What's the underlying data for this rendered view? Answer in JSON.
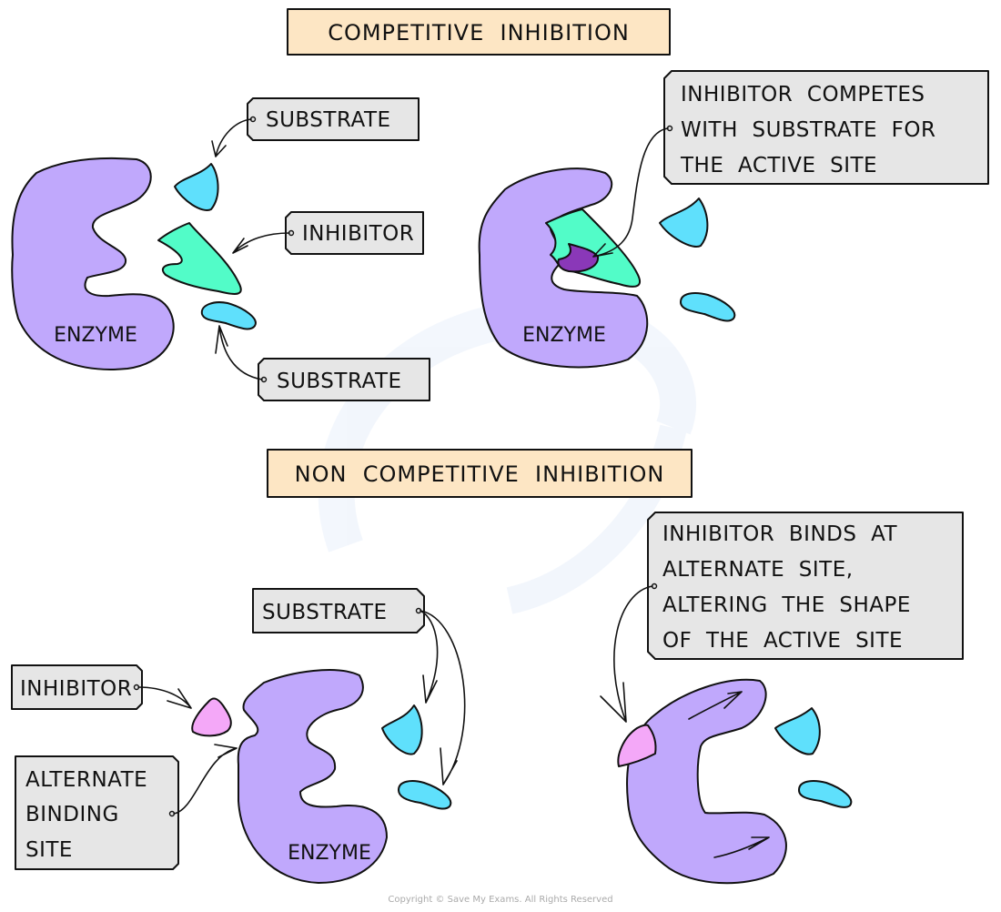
{
  "colors": {
    "enzyme": "#c0a8fc",
    "substrate": "#5fe0fc",
    "competitive_inhibitor": "#52fcc8",
    "inhibitor_overlap": "#8a38b8",
    "noncompetitive_inhibitor": "#f4a8f8",
    "title_box": "#fde6c4",
    "label_box": "#e6e6e6"
  },
  "competitive": {
    "title": "COMPETITIVE  INHIBITION",
    "left": {
      "enzyme_label": "ENZYME",
      "labels": {
        "substrate_top": "SUBSTRATE",
        "inhibitor": "INHIBITOR",
        "substrate_bottom": "SUBSTRATE"
      }
    },
    "right": {
      "enzyme_label": "ENZYME",
      "callout_lines": [
        "INHIBITOR  COMPETES",
        "WITH  SUBSTRATE  FOR",
        "THE  ACTIVE  SITE"
      ]
    }
  },
  "noncompetitive": {
    "title": "NON  COMPETITIVE  INHIBITION",
    "left": {
      "enzyme_label": "ENZYME",
      "labels": {
        "substrate": "SUBSTRATE",
        "inhibitor": "INHIBITOR",
        "alternate_lines": [
          "ALTERNATE",
          "BINDING",
          "SITE"
        ]
      }
    },
    "right": {
      "callout_lines": [
        "INHIBITOR  BINDS  AT",
        "ALTERNATE  SITE,",
        "ALTERING  THE  SHAPE",
        "OF  THE  ACTIVE  SITE"
      ]
    }
  },
  "footer": {
    "copyright": "Copyright © Save My Exams. All Rights Reserved"
  }
}
